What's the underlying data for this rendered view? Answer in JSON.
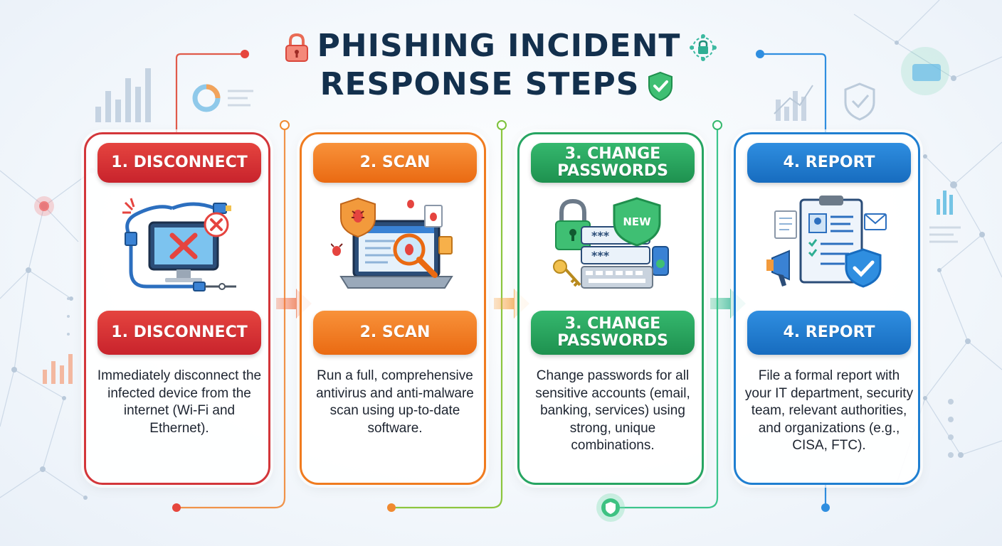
{
  "title": {
    "line1": "PHISHING INCIDENT",
    "line2": "RESPONSE STEPS"
  },
  "colors": {
    "title": "#13304d",
    "step1": "#d3363a",
    "step2": "#f07b1f",
    "step3": "#27a562",
    "step4": "#1f7fd1"
  },
  "steps": [
    {
      "label": "1. DISCONNECT",
      "label_lines": [
        "1. DISCONNECT"
      ],
      "icon": "disconnected-computer-icon",
      "description": "Immediately disconnect the infected device from the internet (Wi-Fi and Ethernet)."
    },
    {
      "label": "2. SCAN",
      "label_lines": [
        "2. SCAN"
      ],
      "icon": "malware-scan-laptop-icon",
      "description": "Run a full, comprehensive antivirus and anti-malware scan using up-to-date software."
    },
    {
      "label": "3. CHANGE PASSWORDS",
      "label_lines": [
        "3. CHANGE",
        "PASSWORDS"
      ],
      "icon": "password-change-icon",
      "icon_text": {
        "shield_badge": "NEW",
        "password_mask": "***"
      },
      "description": "Change passwords for all sensitive accounts (email, banking, services) using strong, unique combinations."
    },
    {
      "label": "4. REPORT",
      "label_lines": [
        "4. REPORT"
      ],
      "icon": "incident-report-icon",
      "description": "File a formal report with your IT department, security team, relevant authorities, and organizations (e.g., CISA, FTC)."
    }
  ]
}
